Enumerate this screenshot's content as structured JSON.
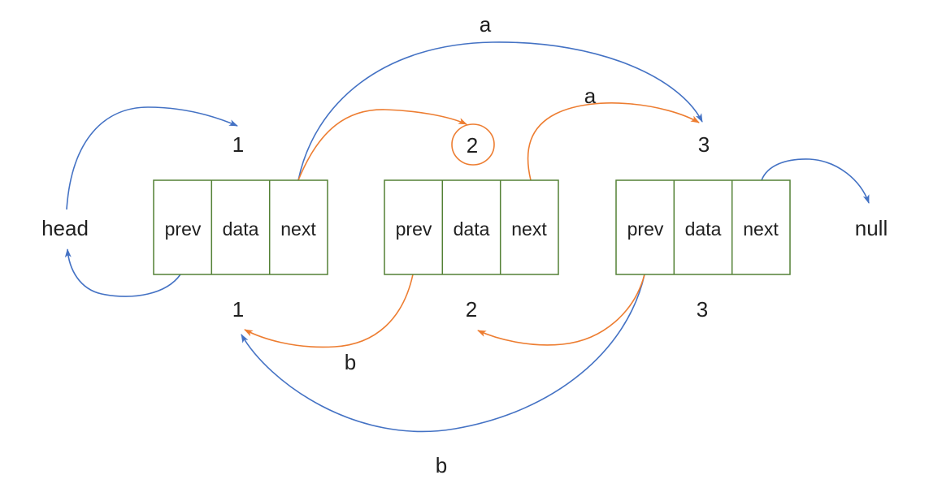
{
  "canvas": {
    "background": "#ffffff"
  },
  "colors": {
    "bg": "#ffffff",
    "blue": "#4472C4",
    "orange": "#ED7D31",
    "green": "#538135",
    "text": "#1f1f1f"
  },
  "pointer_labels": {
    "head": "head",
    "null": "null"
  },
  "edge_labels": {
    "a_top": "a",
    "a_inner": "a",
    "b_inner": "b",
    "b_bottom": "b"
  },
  "nodes": [
    {
      "above": "1",
      "below": "1",
      "cells": [
        "prev",
        "data",
        "next"
      ]
    },
    {
      "above": "2",
      "below": "2",
      "cells": [
        "prev",
        "data",
        "next"
      ]
    },
    {
      "above": "3",
      "below": "3",
      "cells": [
        "prev",
        "data",
        "next"
      ]
    }
  ],
  "edges": [
    {
      "id": "head-to-node1",
      "from": "head",
      "to": "node 1 (above)",
      "color": "blue",
      "label": ""
    },
    {
      "id": "node1-prev-to-head",
      "from": "node 1 prev",
      "to": "head",
      "color": "blue",
      "label": ""
    },
    {
      "id": "node1-next-to-node3",
      "from": "node 1 next",
      "to": "node 3 (above)",
      "color": "blue",
      "label": "a"
    },
    {
      "id": "node1-next-to-node2",
      "from": "node 1 next",
      "to": "node 2 (above, self-loop circle)",
      "color": "orange",
      "label": ""
    },
    {
      "id": "node2-next-to-node3",
      "from": "node 2 next",
      "to": "node 3 (above)",
      "color": "orange",
      "label": "a"
    },
    {
      "id": "node3-next-to-null",
      "from": "node 3 next",
      "to": "null",
      "color": "blue",
      "label": ""
    },
    {
      "id": "node2-prev-to-node1",
      "from": "node 2 prev",
      "to": "node 1 (below)",
      "color": "orange",
      "label": "b"
    },
    {
      "id": "node3-prev-to-node2",
      "from": "node 3 prev",
      "to": "node 2 (below)",
      "color": "orange",
      "label": ""
    },
    {
      "id": "node3-prev-to-node1",
      "from": "node 3 prev",
      "to": "node 1 (below)",
      "color": "blue",
      "label": "b"
    }
  ]
}
